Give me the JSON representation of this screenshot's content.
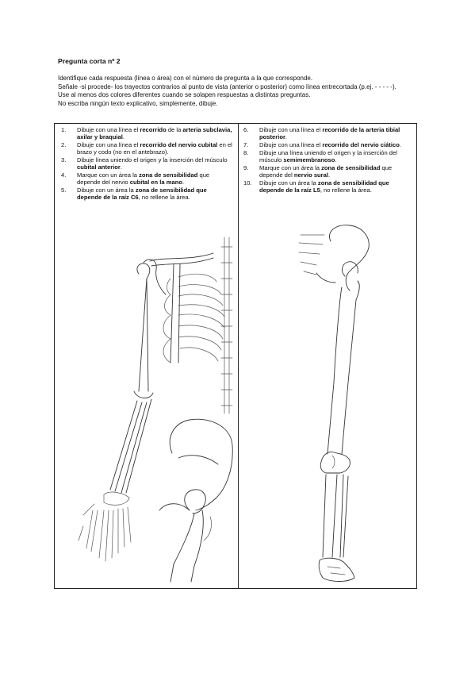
{
  "title": "Pregunta corta nº 2",
  "instructions": [
    "Identifique cada respuesta (línea o área) con el número de pregunta a la que corresponde.",
    "Señale -si procede- los trayectos contrarios al punto de vista (anterior o posterior) como línea entrecortada (p.ej. - - - - -).",
    "Use al menos dos colores diferentes cuando se solapen respuestas a distintas preguntas.",
    "No escriba ningún texto explicativo, simplemente, dibuje."
  ],
  "left_questions": [
    {
      "num": "1.",
      "pre": "Dibuje con una línea el ",
      "b1": "recorrido",
      "mid": " de la ",
      "b2": "arteria subclavia, axilar y braquial",
      "post": "."
    },
    {
      "num": "2.",
      "pre": "Dibuje con una línea el ",
      "b1": "recorrido del nervio cubital",
      "mid": " en el brazo y codo (no en el antebrazo).",
      "b2": "",
      "post": ""
    },
    {
      "num": "3.",
      "pre": "Dibuje línea uniendo el origen y la inserción del músculo ",
      "b1": "cubital anterior",
      "mid": ".",
      "b2": "",
      "post": ""
    },
    {
      "num": "4.",
      "pre": "Marque con un área la ",
      "b1": "zona de sensibilidad",
      "mid": " que depende del nervio ",
      "b2": "cubital en la mano",
      "post": "."
    },
    {
      "num": "5.",
      "pre": "Dibuje con un área la ",
      "b1": "zona de sensibilidad que depende de la raíz C6",
      "mid": ", no rellene la área.",
      "b2": "",
      "post": ""
    }
  ],
  "right_questions": [
    {
      "num": "6.",
      "pre": "Dibuje con una línea el ",
      "b1": "recorrido de la arteria tibial posterior",
      "mid": ".",
      "b2": "",
      "post": ""
    },
    {
      "num": "7.",
      "pre": "Dibuje con una línea el ",
      "b1": "recorrido del nervio ciático",
      "mid": ".",
      "b2": "",
      "post": ""
    },
    {
      "num": "8.",
      "pre": "Dibuje una línea uniendo el origen y la inserción del músculo ",
      "b1": "semimembranoso",
      "mid": ".",
      "b2": "",
      "post": ""
    },
    {
      "num": "9.",
      "pre": "Marque con un área la ",
      "b1": "zona de sensibilidad",
      "mid": " que depende del ",
      "b2": "nervio sural",
      "post": "."
    },
    {
      "num": "10.",
      "pre": "Dibuje con un área la ",
      "b1": "zona de sensibilidad que depende de la raíz L5",
      "mid": ", no rellene la área.",
      "b2": "",
      "post": ""
    }
  ]
}
